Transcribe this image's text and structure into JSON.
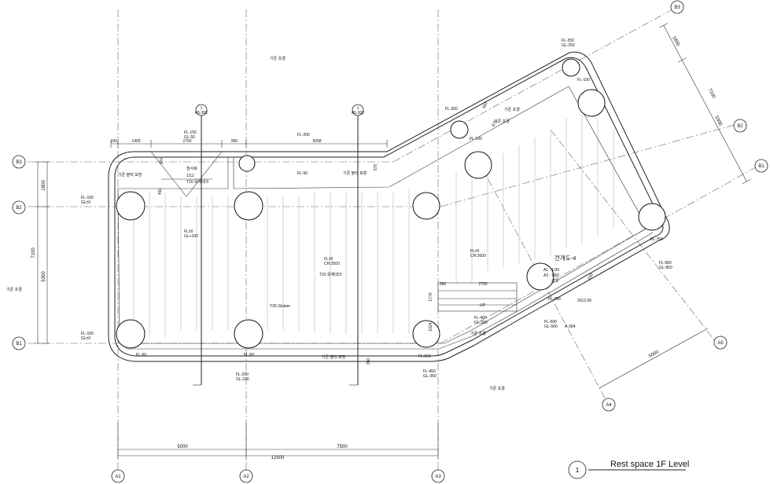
{
  "title_block": {
    "number": "1",
    "title": "Rest space 1F Level"
  },
  "grid_labels": {
    "A1": "A1",
    "A2": "A2",
    "A3": "A3",
    "A4": "A4",
    "A5": "A5",
    "B1": "B1",
    "B2": "B2",
    "B3": "B3",
    "B1r": "B1",
    "B2r": "B2",
    "B3r": "B3"
  },
  "dimensions": {
    "bottom_5000": "5000",
    "bottom_7500": "7500",
    "bottom_total": "12500",
    "left_1800": "1800",
    "left_5300": "5300",
    "left_7100": "7100",
    "top_241": "241",
    "top_1400": "1400",
    "top_2700": "2700",
    "top_900": "900",
    "top_5058": "5058",
    "right_1800": "1800",
    "right_7100": "7100",
    "right_5300": "5300",
    "diag_5000": "5000",
    "d_360": "360",
    "d_2750": "2750",
    "d_1024": "1024",
    "d_350": "350",
    "d_1770": "1770",
    "d_875": "875",
    "d_575": "575",
    "d_370": "370",
    "d_450": "450",
    "d_390": "390",
    "d_630": "630"
  },
  "levels": {
    "fl_minus150": "FL-150",
    "gl_minus50": "GL-50",
    "fl_minus200_top": "FL-200",
    "fl_minus100_b2": "FL-100",
    "gl_pm0_b2": "GL±0",
    "fl_minus100_b1": "FL-100",
    "gl_pm0_b1": "GL±0",
    "fl_pm0_mid": "FL±0",
    "gl_plus100": "GL+100",
    "fl_minus50_room": "FL-50",
    "fl_pm0_center": "FL±0",
    "ch_2600_center": "CH:2600",
    "fl_pm0_right": "FL±0",
    "ch_2600_right": "CH:2600",
    "fl_minus50_bl": "FL-50",
    "fl_minus50_bm": "FL-50",
    "fl_minus200_bot": "FL-200",
    "gl_minus100_bot": "GL-100",
    "fl_minus250": "FL-250",
    "fl_minus450": "FL-450",
    "gl_minus350": "GL-350",
    "fl_minus400": "FL-400",
    "gl_minus300": "GL-300",
    "fl_minus600": "FL-600",
    "gl_minus500": "GL-500",
    "fl_minus450r": "FL-450",
    "fl_minus750": "FL-750",
    "fl_minus950": "FL-950",
    "gl_minus850": "GL-850",
    "fl_minus300": "FL-300",
    "fl_minus100_r": "FL-100",
    "fl_minus100_top": "FL-100",
    "fl_minus350": "FL-350",
    "gl_minus250": "GL-250"
  },
  "notes": {
    "existing_1": "기존 조경",
    "existing_2": "기존 조경",
    "existing_left": "기존 조경",
    "existing_4": "기존 조경",
    "existing_5": "기존 조경",
    "existing_6": "기존 조경",
    "existing_bot": "기존 조경",
    "block_1": "기존 블럭 포장",
    "block_2": "기존 블럭 포장",
    "block_3": "기존 블럭 포장",
    "fl50_top": "FL-50",
    "inspection": "점서로",
    "ratio": "1/12",
    "deck_t20": "T20 목재데크",
    "deck_t20_center": "T20 목재데크",
    "glulam": "T35 Glulam",
    "elevation_ref": "전개도-4",
    "a1_label": "A1 : 1/30",
    "a3_label": "A3 : 1/60",
    "sheet": "도 8",
    "date": "2012.06",
    "a304": "A-304",
    "up": "UP",
    "sec_top": "1",
    "sec_bot": "A5-302"
  }
}
